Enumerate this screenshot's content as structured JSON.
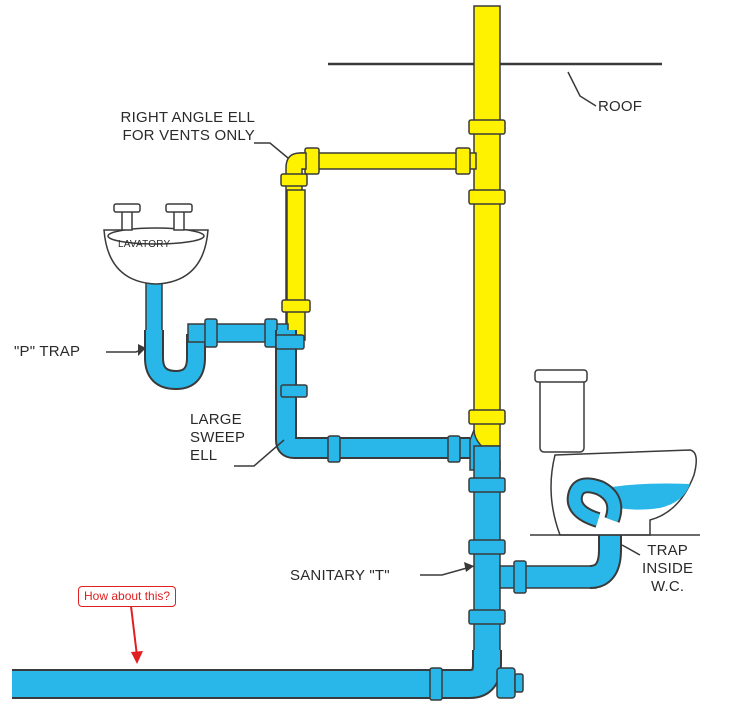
{
  "labels": {
    "right_angle_ell_line1": "RIGHT ANGLE ELL",
    "right_angle_ell_line2": "FOR VENTS ONLY",
    "roof": "ROOF",
    "lavatory": "LAVATORY",
    "p_trap": "\"P\" TRAP",
    "large_sweep_line1": "LARGE",
    "large_sweep_line2": "SWEEP",
    "large_sweep_line3": "ELL",
    "sanitary_t": "SANITARY \"T\"",
    "trap_inside_line1": "TRAP",
    "trap_inside_line2": "INSIDE",
    "trap_inside_line3": "W.C."
  },
  "annotation": {
    "text": "How about this?",
    "color": "#e02020"
  },
  "colors": {
    "vent_pipe": "#fff200",
    "drain_pipe": "#29b6e8",
    "outline": "#3a3a3a",
    "background": "#ffffff"
  }
}
